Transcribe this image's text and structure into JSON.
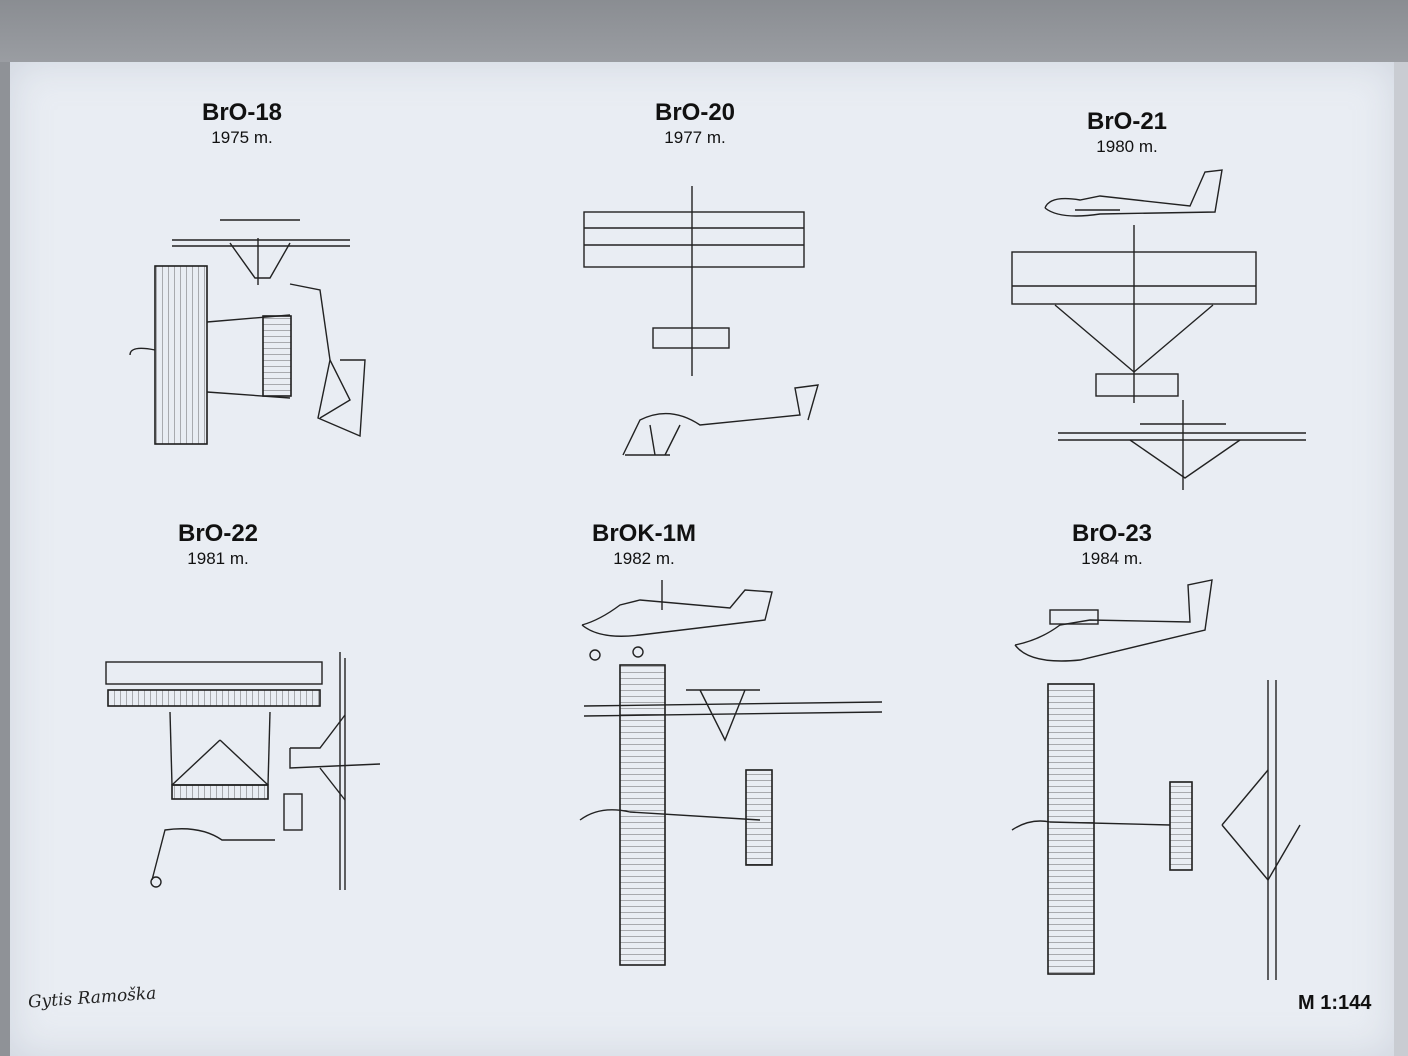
{
  "aircraft": [
    {
      "name": "BrO-18",
      "year": "1975 m."
    },
    {
      "name": "BrO-20",
      "year": "1977 m."
    },
    {
      "name": "BrO-21",
      "year": "1980 m."
    },
    {
      "name": "BrO-22",
      "year": "1981 m."
    },
    {
      "name": "BrOK-1M",
      "year": "1982 m."
    },
    {
      "name": "BrO-23",
      "year": "1984 m."
    }
  ],
  "signature": "Gytis Ramoška",
  "scale": "M 1:144"
}
